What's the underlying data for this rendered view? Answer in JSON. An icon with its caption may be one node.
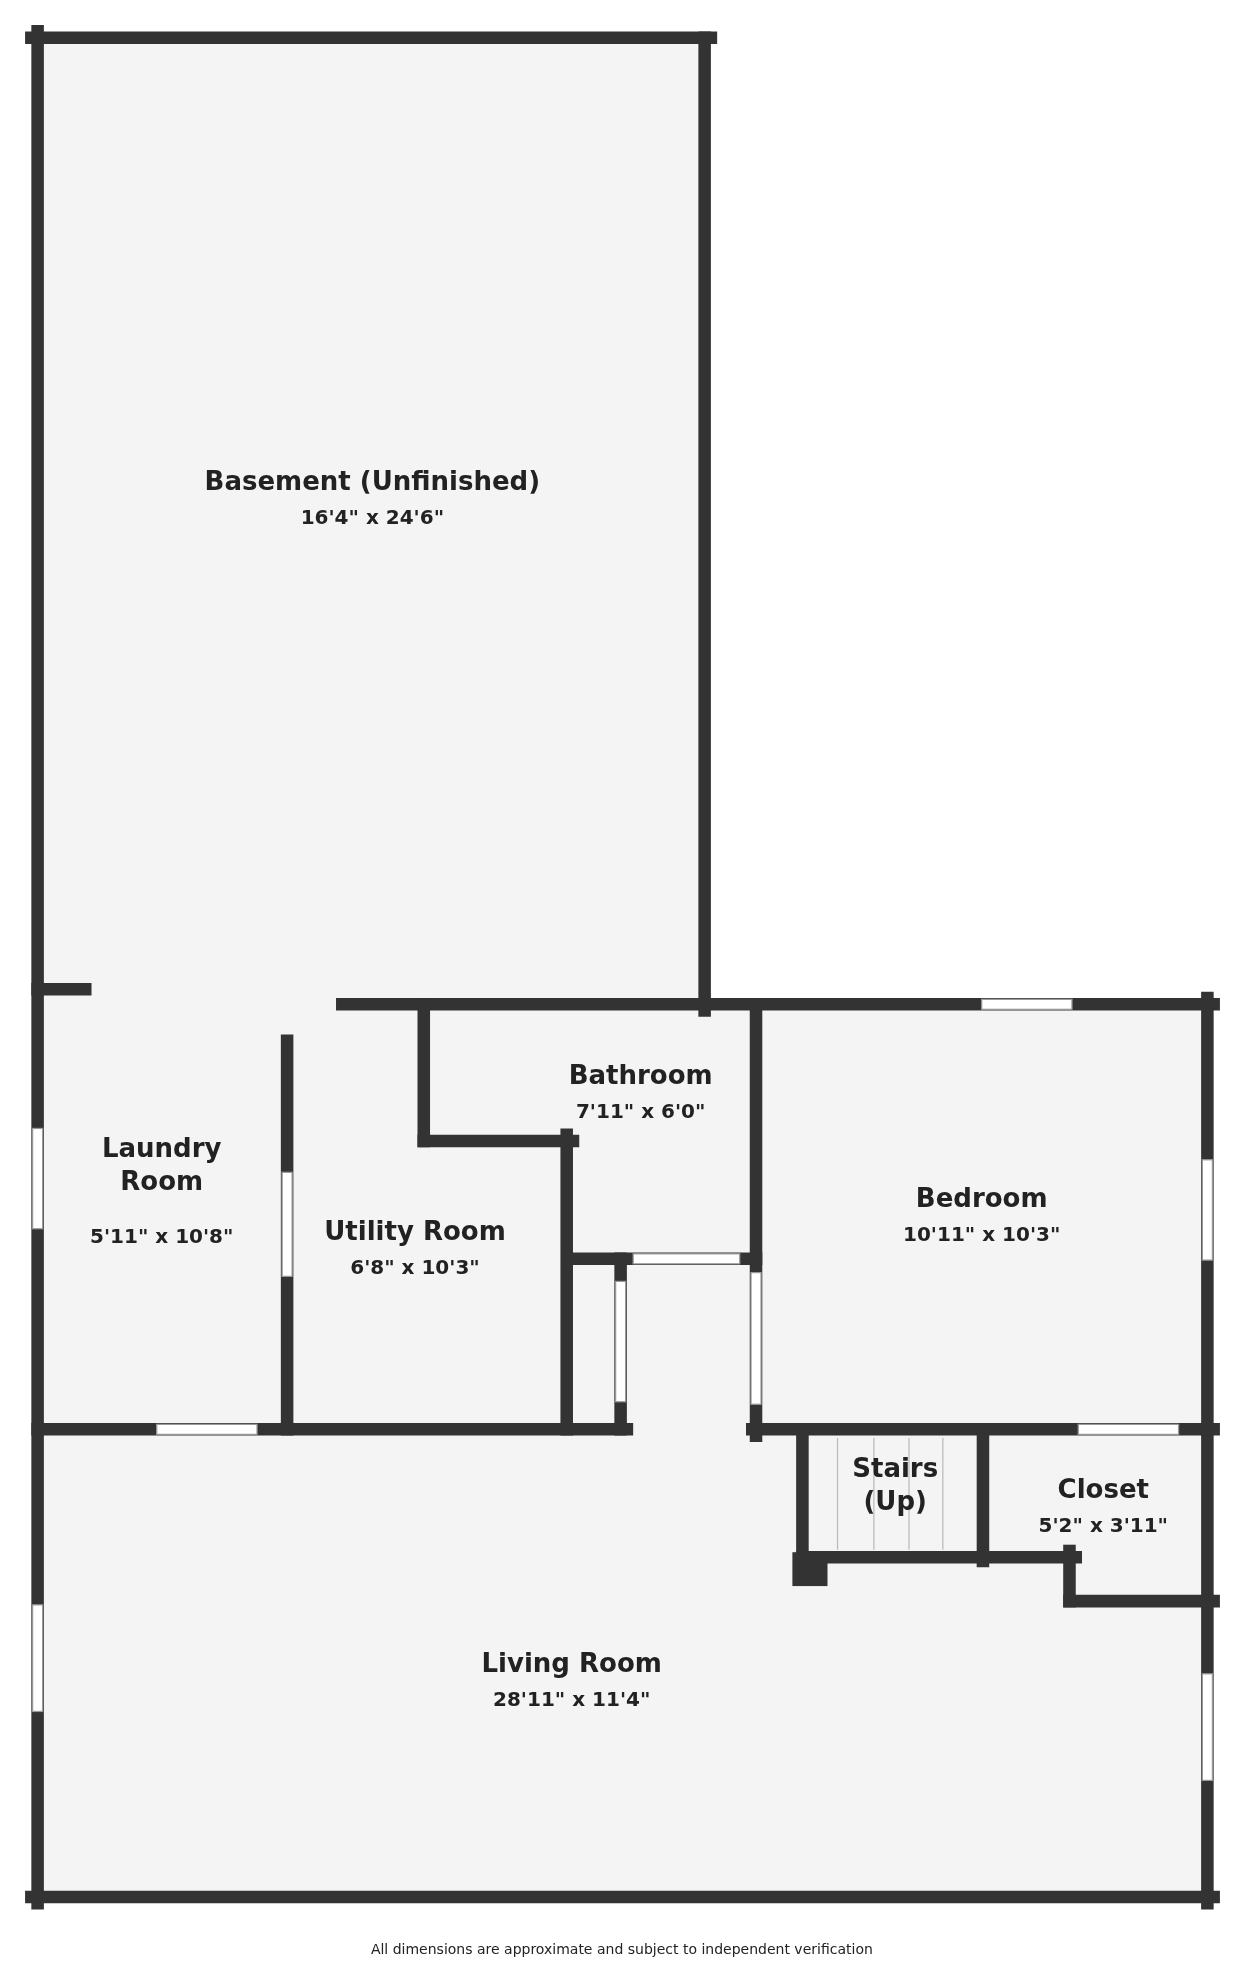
{
  "diagram": {
    "nodes": [
      {
        "text": [
          "Basement (Unfinished)",
          "16'4\" x 24'6\""
        ]
      },
      {
        "text": [
          "Laundry Room",
          "5'11\" x 10'8\""
        ]
      },
      {
        "text": [
          "Utility Room",
          "6'8\" x 10'3\""
        ]
      },
      {
        "text": [
          "Bathroom",
          "7'11\" x 6'0\""
        ]
      },
      {
        "text": [
          "Bedroom",
          "10'11\" x 10'3\""
        ]
      },
      {
        "text": [
          "Stairs (Up)"
        ]
      },
      {
        "text": [
          "Closet",
          "5'2\" x 3'11\""
        ]
      },
      {
        "text": [
          "Living Room",
          "28'11\" x 11'4\""
        ]
      }
    ],
    "caption": "All dimensions are approximate and subject to independent verification"
  }
}
